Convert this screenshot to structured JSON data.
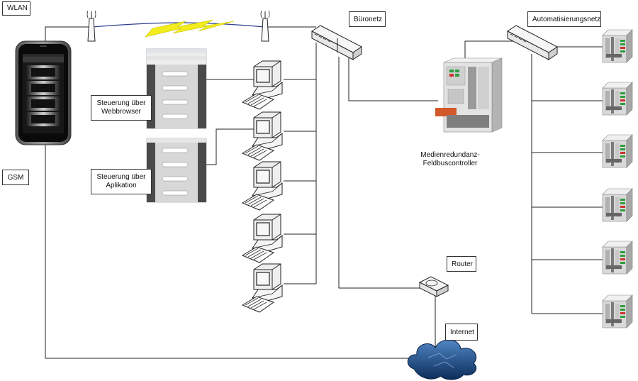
{
  "labels": {
    "wlan": "WLAN",
    "gsm": "GSM",
    "bueronetz": "Büronetz",
    "automatisierungsnetz": "Automatisierungsnetz",
    "controller_line1": "Medienredundanz-",
    "controller_line2": "Feldbuscontroller",
    "router": "Router",
    "internet": "Internet",
    "webbrowser_line1": "Steuerung über",
    "webbrowser_line2": "Webbrowser",
    "aplikation_line1": "Steuerung über",
    "aplikation_line2": "Aplikation"
  },
  "colors": {
    "line": "#222222",
    "wlan_link": "#2b3f8f",
    "lightning": "#f2ec1a",
    "cloud": "#1f4e8c"
  },
  "icons": {
    "antenna": "antenna-icon",
    "switch": "network-switch-icon",
    "computer": "desktop-computer-icon",
    "controller": "plc-controller-icon",
    "io_module": "io-module-icon",
    "router": "router-icon",
    "cloud": "internet-cloud-icon",
    "phone": "smartphone-icon"
  }
}
